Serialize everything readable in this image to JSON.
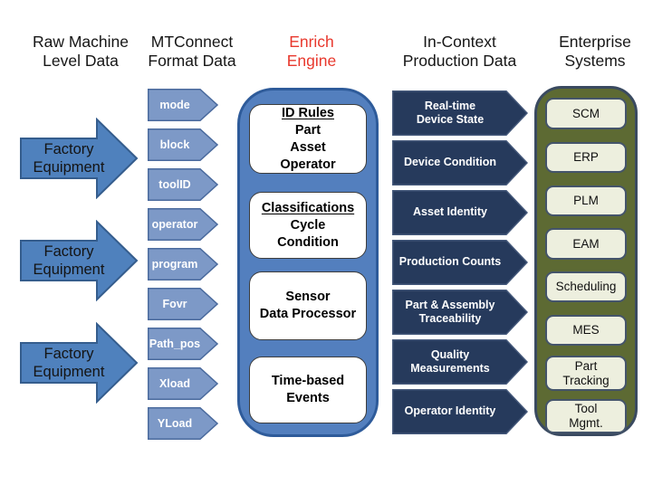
{
  "columns": {
    "raw_machine": {
      "header_line1": "Raw Machine",
      "header_line2": "Level Data",
      "equipment": [
        {
          "line1": "Factory",
          "line2": "Equipment"
        },
        {
          "line1": "Factory",
          "line2": "Equipment"
        },
        {
          "line1": "Factory",
          "line2": "Equipment"
        }
      ]
    },
    "mtconnect": {
      "header_line1": "MTConnect",
      "header_line2": "Format Data",
      "tags": [
        "mode",
        "block",
        "toolID",
        "operator",
        "program",
        "Fovr",
        "Path_pos",
        "Xload",
        "YLoad"
      ]
    },
    "enrich": {
      "header_line1": "Enrich",
      "header_line2": "Engine",
      "boxes": [
        {
          "title": "ID Rules",
          "lines": [
            "Part",
            "Asset",
            "Operator"
          ]
        },
        {
          "title": "Classifications",
          "lines": [
            "Cycle",
            "Condition"
          ]
        },
        {
          "lines": [
            "Sensor",
            "Data Processor"
          ]
        },
        {
          "lines": [
            "Time-based",
            "Events"
          ]
        }
      ]
    },
    "in_context": {
      "header_line1": "In-Context",
      "header_line2": "Production Data",
      "arrows": [
        {
          "line1": "Real-time",
          "line2": "Device State"
        },
        {
          "line1": "Device Condition"
        },
        {
          "line1": "Asset Identity"
        },
        {
          "line1": "Production Counts"
        },
        {
          "line1": "Part & Assembly",
          "line2": "Traceability"
        },
        {
          "line1": "Quality",
          "line2": "Measurements"
        },
        {
          "line1": "Operator Identity"
        }
      ]
    },
    "enterprise": {
      "header_line1": "Enterprise",
      "header_line2": "Systems",
      "systems": [
        {
          "line1": "SCM"
        },
        {
          "line1": "ERP"
        },
        {
          "line1": "PLM"
        },
        {
          "line1": "EAM"
        },
        {
          "line1": "Scheduling"
        },
        {
          "line1": "MES"
        },
        {
          "line1": "Part",
          "line2": "Tracking"
        },
        {
          "line1": "Tool",
          "line2": "Mgmt."
        }
      ]
    }
  },
  "colors": {
    "factory_fill": "#4f81bd",
    "factory_border": "#355d8d",
    "tag_fill": "#7d99c7",
    "tag_border": "#4a6a9d",
    "enrich_fill": "#537fbe",
    "enrich_border": "#2e5b9a",
    "navy_fill": "#263a5c",
    "navy_border": "#44587a",
    "olive_fill": "#5d6a33",
    "olive_border": "#3a4a60",
    "cream_fill": "#edefde",
    "cream_border": "#44546a",
    "enrich_header_red": "#e8382d",
    "white_box_border": "#3d3d3d"
  }
}
